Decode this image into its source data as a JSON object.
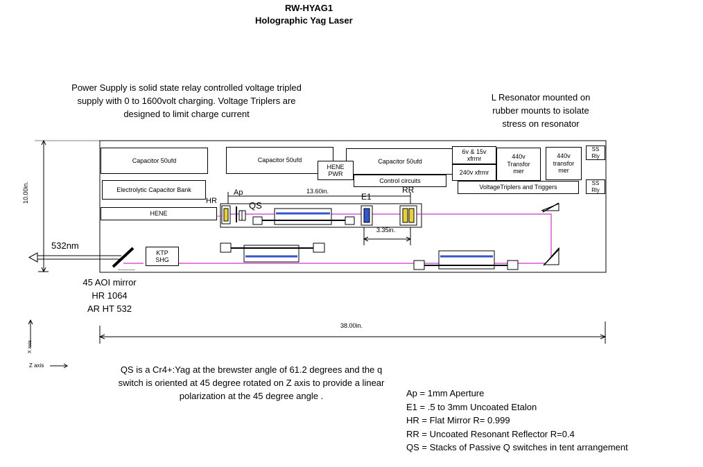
{
  "title": "RW-HYAG1",
  "subtitle": "Holographic Yag Laser",
  "notes": {
    "power_supply": [
      "Power Supply is solid state relay controlled voltage tripled",
      "supply with 0 to 1600volt charging. Voltage Triplers are",
      "designed to limit charge current"
    ],
    "resonator": [
      "L Resonator mounted on",
      "rubber mounts to isolate",
      "stress on resonator"
    ],
    "qs": [
      "QS is a Cr4+:Yag  at the brewster angle of 61.2 degrees and the q",
      "switch is oriented at 45 degree rotated on Z axis to provide a linear",
      "polarization at the 45 degree angle ."
    ]
  },
  "components": {
    "cap1": "Capacitor 50ufd",
    "cap2": "Capacitor 50ufd",
    "cap3": "Capacitor 50ufd",
    "electrolytic": "Electrolytic Capacitor Bank",
    "hene": "HENE",
    "hene_pwr": [
      "HENE",
      "PWR"
    ],
    "control": "Control circuits",
    "xfrmr_6v": [
      "6v & 15v",
      "xfrmr"
    ],
    "xfrmr_240": "240v xfrmr",
    "transformer_440_a": [
      "440v",
      "Transfor",
      "mer"
    ],
    "transformer_440_b": [
      "440v",
      "transfor",
      "mer"
    ],
    "ss_rly_1": [
      "SS",
      "Rly"
    ],
    "ss_rly_2": [
      "SS",
      "Rly"
    ],
    "triplers": "VoltageTriplers and Triggers",
    "ktp": [
      "KTP",
      "SHG"
    ]
  },
  "labels": {
    "hr": "HR",
    "ap": "Ap",
    "qs": "QS",
    "e1": "E1",
    "rr": "RR",
    "dim_1360": "13.60in.",
    "dim_335": "3.35in.",
    "dim_1000": "10.00in.",
    "dim_3800": "38.00in.",
    "wavelength": "532nm",
    "mirror": [
      "45 AOI mirror",
      "HR 1064",
      "AR HT 532"
    ],
    "x_axis": "X axis",
    "z_axis": "Z axis"
  },
  "legend": [
    "Ap = 1mm Aperture",
    "E1 = .5 to 3mm Uncoated Etalon",
    "HR = Flat Mirror  R= 0.999",
    "RR = Uncoated Resonant Reflector R=0.4",
    "QS = Stacks of Passive Q switches in tent arrangement"
  ],
  "colors": {
    "beam": "#cc33cc",
    "rod_blue": "#3355cc",
    "optic_yellow": "#e6d23c"
  }
}
